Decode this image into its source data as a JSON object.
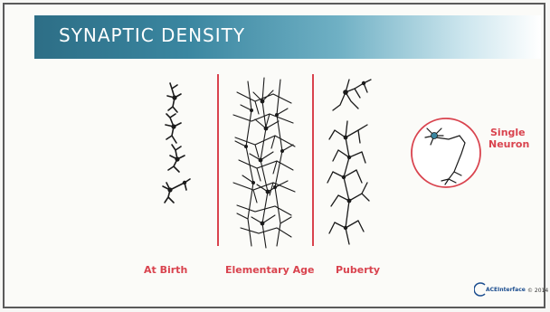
{
  "slide": {
    "title": "SYNAPTIC DENSITY",
    "labels": {
      "at_birth": "At Birth",
      "elementary_age": "Elementary Age",
      "puberty": "Puberty",
      "single_neuron_line1": "Single",
      "single_neuron_line2": "Neuron"
    },
    "footer": {
      "logo_text": "ACEInterface",
      "copyright": "© 2014"
    }
  },
  "colors": {
    "accent_red": "#d9434e",
    "title_teal": "#2d6e86",
    "neuron_ink": "#1a1a1a"
  }
}
